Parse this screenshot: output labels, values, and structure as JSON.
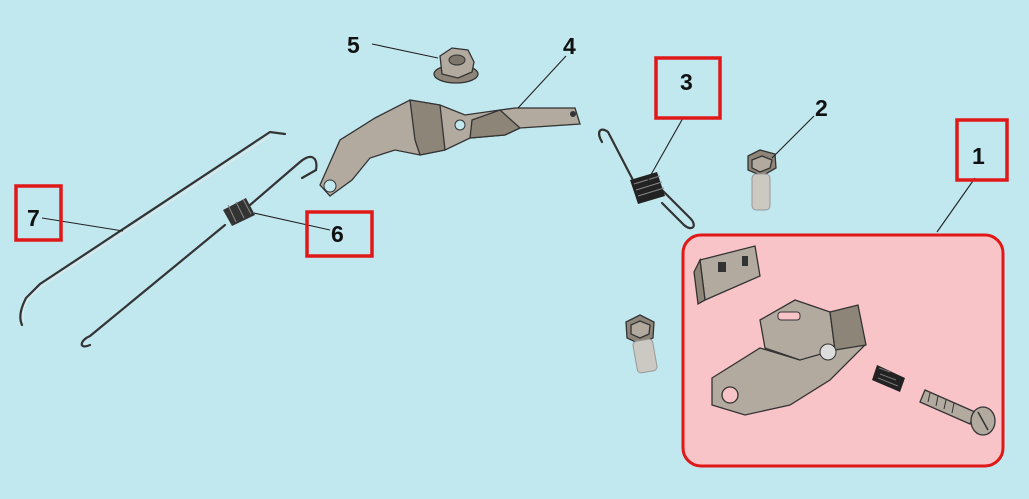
{
  "callouts": [
    {
      "id": "1",
      "label": "1",
      "highlighted": true
    },
    {
      "id": "2",
      "label": "2",
      "highlighted": false
    },
    {
      "id": "3",
      "label": "3",
      "highlighted": true
    },
    {
      "id": "4",
      "label": "4",
      "highlighted": false
    },
    {
      "id": "5",
      "label": "5",
      "highlighted": false
    },
    {
      "id": "6",
      "label": "6",
      "highlighted": true
    },
    {
      "id": "7",
      "label": "7",
      "highlighted": true
    }
  ],
  "colors": {
    "background": "#c2e8ef",
    "highlight_box": "#e01818",
    "assembly_fill": "#f8c4c8",
    "metal": "#b3aa9f"
  },
  "parts": [
    "assembly-bracket",
    "bolt",
    "return-spring",
    "lever-bracket",
    "flange-nut",
    "rod-with-spring",
    "rod"
  ]
}
